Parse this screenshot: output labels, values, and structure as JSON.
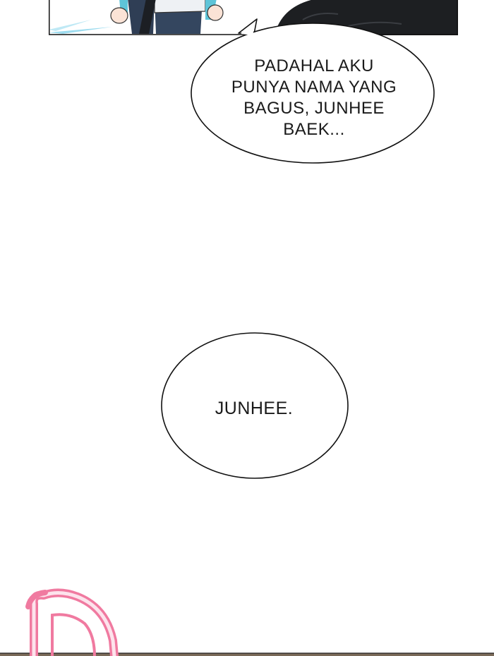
{
  "speech_bubbles": [
    {
      "lines": [
        "PADAHAL AKU",
        "PUNYA NAMA YANG",
        "BAGUS, JUNHEE",
        "BAEK..."
      ]
    },
    {
      "lines": [
        "JUNHEE."
      ]
    }
  ],
  "colors": {
    "background": "#ffffff",
    "ink": "#1a1a1a",
    "sfx_pink": "#f07aa0"
  }
}
